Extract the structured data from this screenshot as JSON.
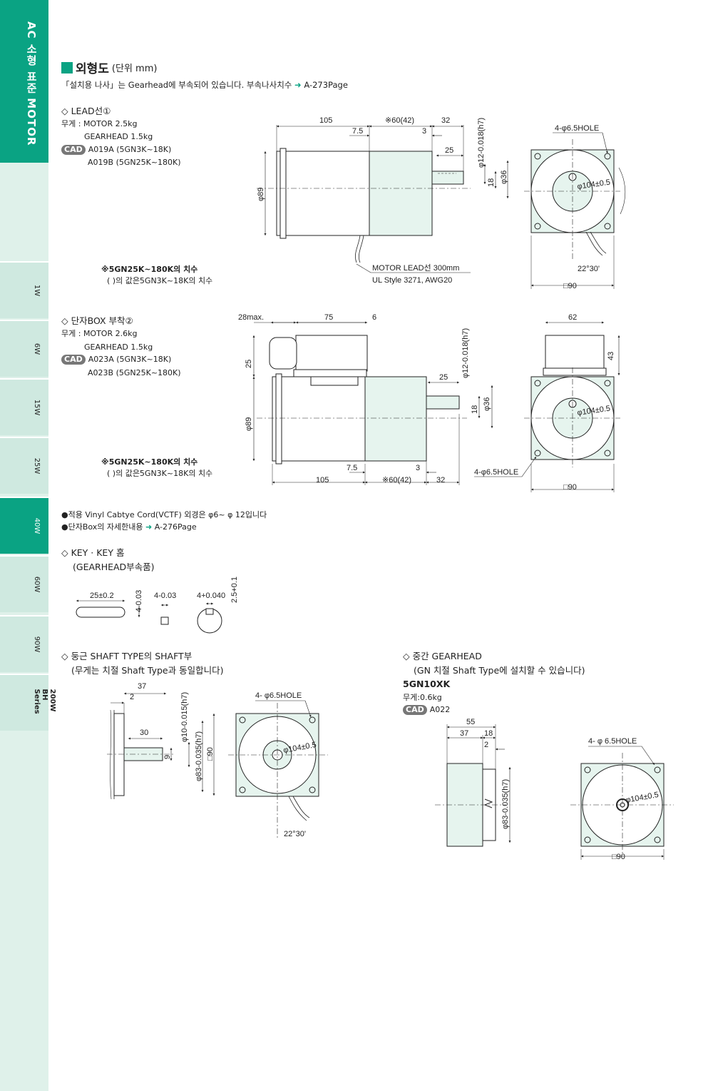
{
  "sidebar": {
    "title": "AC 소형 표준 MOTOR",
    "tabs": [
      "1W",
      "6W",
      "15W",
      "25W",
      "40W",
      "60W",
      "90W",
      "200W BH Series"
    ],
    "active_tab": "40W",
    "accent": "#0aa383"
  },
  "header": {
    "title": "외형도",
    "unit": "(단위 mm)",
    "note": "「설치용 나사」는 Gearhead에 부속되어 있습니다. 부속나사치수",
    "note_ref": "A-273Page"
  },
  "lead": {
    "heading": "◇ LEAD선①",
    "weight_motor": "무게 : MOTOR 2.5kg",
    "weight_gear": "GEARHEAD 1.5kg",
    "cad_badge": "CAD",
    "cad1": "A019A (5GN3K~18K)",
    "cad2": "A019B (5GN25K~180K)",
    "foot1": "※5GN25K~180K의 치수",
    "foot2": "( )의 값은5GN3K~18K의 치수",
    "dims": {
      "d105": "105",
      "d60": "※60(42)",
      "d32": "32",
      "d75": "7.5",
      "d3": "3",
      "d25": "25",
      "shaft": "φ12-0.018(h7)",
      "d18": "18",
      "d36": "φ36",
      "d89": "φ89",
      "lead1": "MOTOR LEAD선 300mm",
      "lead2": "UL Style 3271, AWG20",
      "hole": "4-φ6.5HOLE",
      "pcd": "φ104±0.5",
      "angle": "22°30'",
      "sq": "□90"
    }
  },
  "box": {
    "heading": "◇ 단자BOX 부착②",
    "weight_motor": "무게 : MOTOR 2.6kg",
    "weight_gear": "GEARHEAD 1.5kg",
    "cad_badge": "CAD",
    "cad1": "A023A (5GN3K~18K)",
    "cad2": "A023B (5GN25K~180K)",
    "foot1": "※5GN25K~180K의 치수",
    "foot2": "( )의 값은5GN3K~18K의 치수",
    "dims": {
      "d28": "28max.",
      "d75": "75",
      "d6": "6",
      "d62": "62",
      "d25top": "25",
      "d43": "43",
      "shaft": "φ12-0.018(h7)",
      "d25": "25",
      "d18": "18",
      "d36": "φ36",
      "d89": "φ89",
      "d75b": "7.5",
      "d3": "3",
      "d105": "105",
      "d60": "※60(42)",
      "d32": "32",
      "hole": "4-φ6.5HOLE",
      "pcd": "φ104±0.5",
      "sq": "□90"
    }
  },
  "notes": {
    "n1": "●적용 Vinyl Cabtye Cord(VCTF) 외경은 φ6~ φ 12입니다",
    "n2": "●단자Box의 자세한내용",
    "n2_ref": "A-276Page"
  },
  "key": {
    "heading": "◇ KEY · KEY 홈",
    "sub": "(GEARHEAD부속품)",
    "d1": "25±0.2",
    "d2": "4-0.03",
    "d3": "4-0.03",
    "d4": "4+0.040",
    "d5": "2.5+0.1"
  },
  "round_shaft": {
    "heading": "◇ 둥근 SHAFT TYPE의 SHAFT부",
    "sub": "(무게는 치절 Shaft Type과 동일합니다)",
    "dims": {
      "d37": "37",
      "d2": "2",
      "d30": "30",
      "d9": "9",
      "shaft": "φ10-0.015(h7)",
      "d83": "φ83-0.035(h7)",
      "sq": "□90",
      "hole": "4- φ6.5HOLE",
      "pcd": "φ104±0.5",
      "angle": "22°30'"
    }
  },
  "mid_gear": {
    "heading": "◇ 중간 GEARHEAD",
    "sub": "(GN 치절 Shaft Type에 설치할 수 있습니다)",
    "model": "5GN10XK",
    "weight": "무게:0.6kg",
    "cad_badge": "CAD",
    "cad": "A022",
    "dims": {
      "d55": "55",
      "d37": "37",
      "d18": "18",
      "d2": "2",
      "d83": "φ83-0.035(h7)",
      "hole": "4- φ 6.5HOLE",
      "pcd": "φ104±0.5",
      "sq": "□90"
    }
  }
}
